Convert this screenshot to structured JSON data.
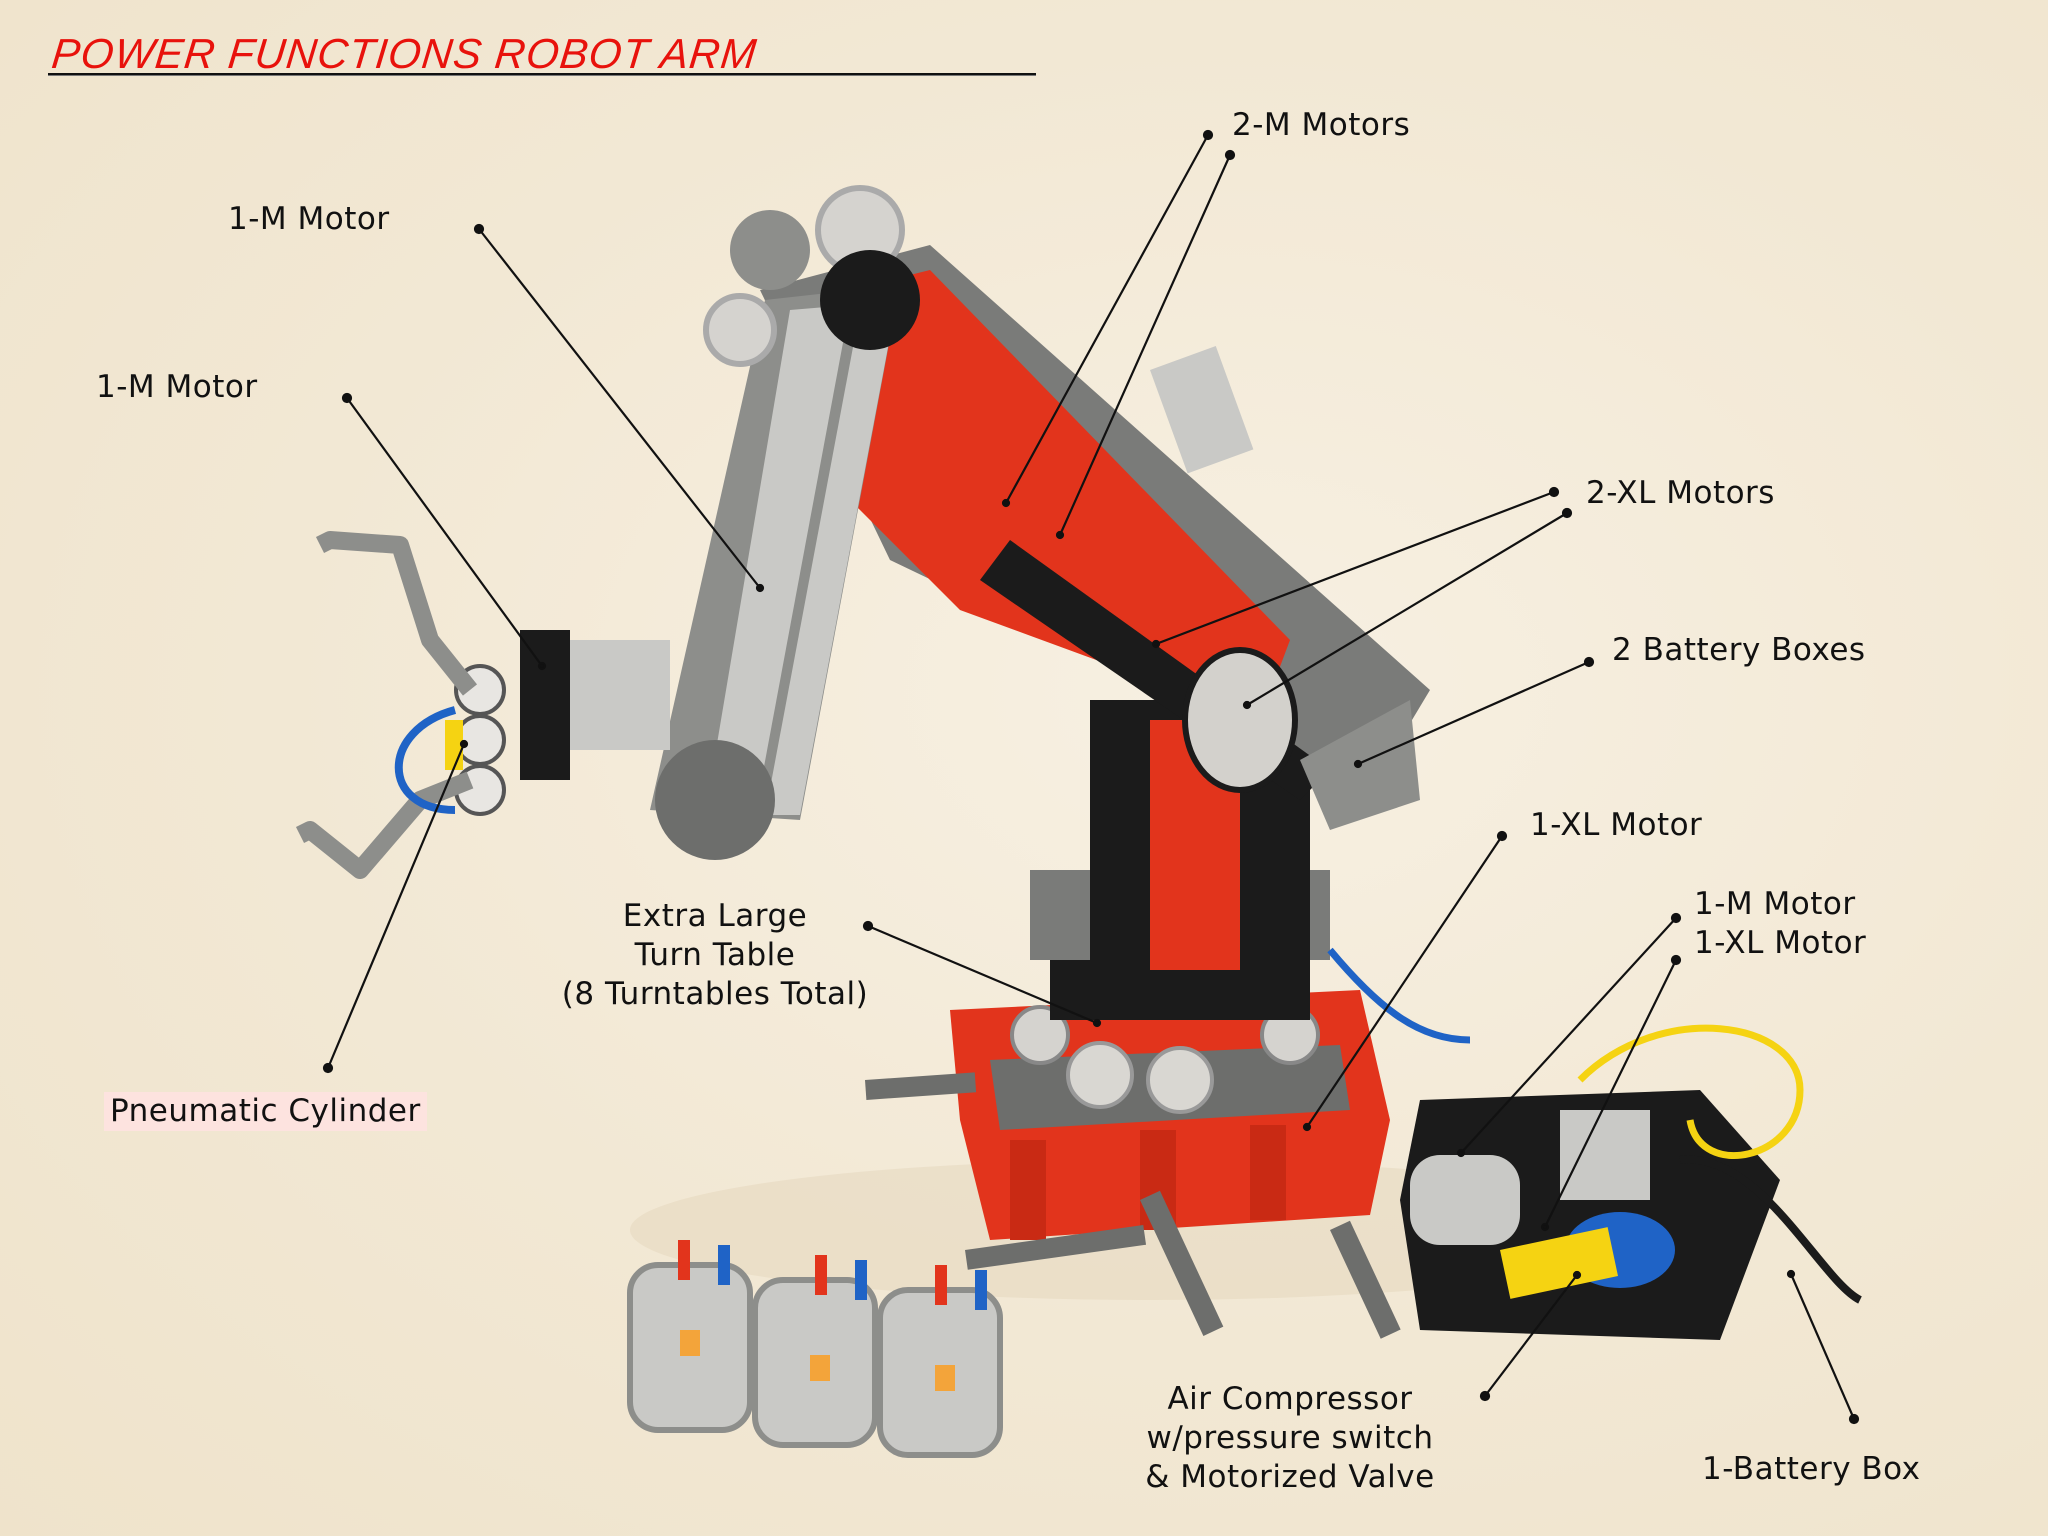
{
  "title": "POWER FUNCTIONS ROBOT ARM",
  "colors": {
    "title": "#e8120c",
    "background": "#f3ead8",
    "lego_red": "#e2341c",
    "lego_black": "#1b1b1b",
    "lego_light_gray": "#c9c9c6",
    "lego_dark_gray": "#6d6e6c",
    "lego_blue": "#1f63c6",
    "lego_yellow": "#f5d312",
    "highlight": "#fde3df"
  },
  "labels": [
    {
      "id": "m-motors-2",
      "text": "2-M Motors"
    },
    {
      "id": "m-motor-upper",
      "text": "1-M Motor"
    },
    {
      "id": "m-motor-gripper",
      "text": "1-M Motor"
    },
    {
      "id": "xl-motors-2",
      "text": "2-XL Motors"
    },
    {
      "id": "battery-boxes-2",
      "text": "2 Battery Boxes"
    },
    {
      "id": "xl-motor-base",
      "text": "1-XL Motor"
    },
    {
      "id": "m-motor-compressor",
      "text": "1-M Motor"
    },
    {
      "id": "xl-motor-compressor",
      "text": "1-XL Motor"
    },
    {
      "id": "turntable",
      "lines": [
        "Extra Large",
        "Turn Table",
        "(8 Turntables Total)"
      ]
    },
    {
      "id": "pneumatic-cylinder",
      "text": "Pneumatic Cylinder"
    },
    {
      "id": "air-compressor",
      "lines": [
        "Air Compressor",
        "w/pressure switch",
        "& Motorized Valve"
      ]
    },
    {
      "id": "battery-box-1",
      "text": "1-Battery Box"
    }
  ],
  "components": {
    "remote_controls": 3
  }
}
